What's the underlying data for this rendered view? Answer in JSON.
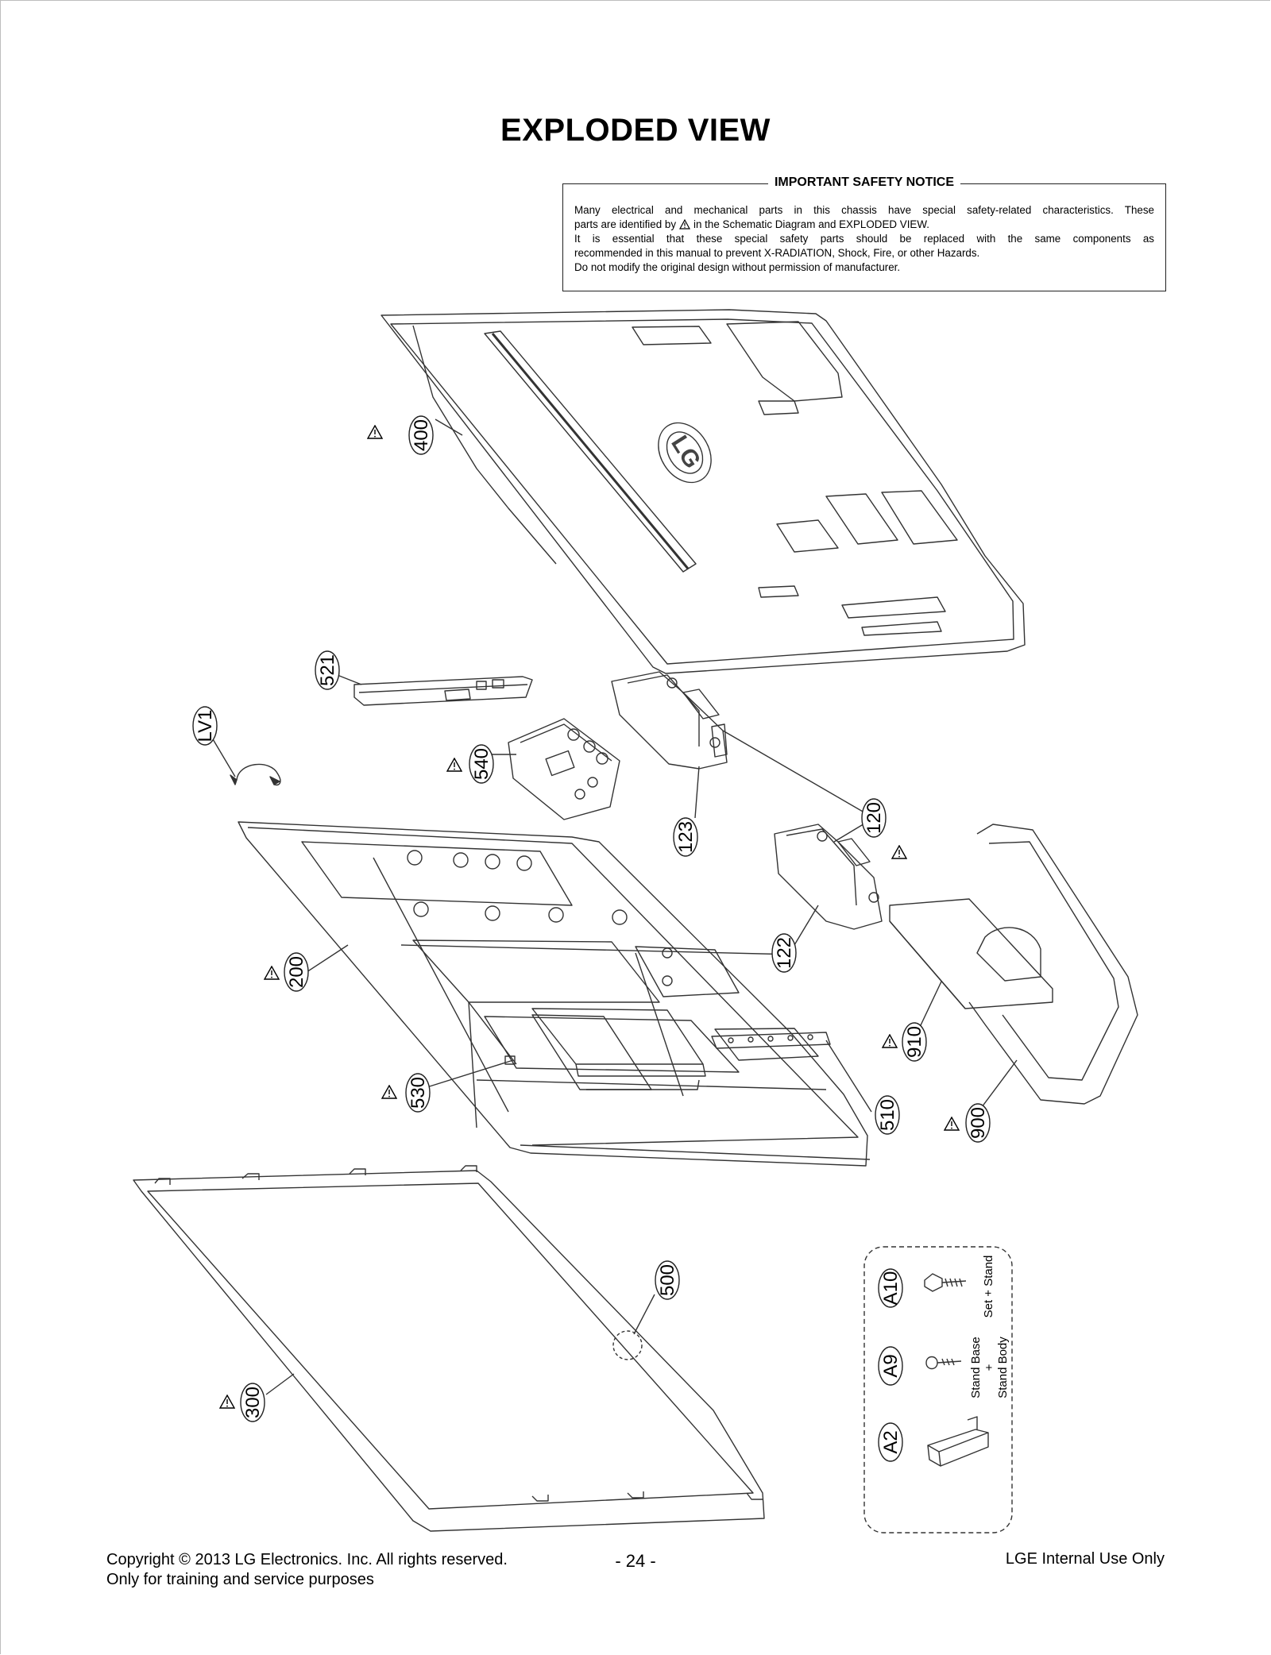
{
  "page": {
    "title": "EXPLODED VIEW",
    "notice": {
      "heading": "IMPORTANT SAFETY NOTICE",
      "line1": "Many electrical and mechanical parts in this chassis have special safety-related characteristics. These",
      "line2_before": "parts are identified by",
      "line2_after": "in the Schematic Diagram and EXPLODED VIEW.",
      "line3": "It is essential that these special safety parts should be replaced with the same components as",
      "line4": "recommended in this manual to prevent X-RADIATION, Shock, Fire, or other Hazards.",
      "line5": "Do not modify the original design without permission of manufacturer."
    },
    "footer": {
      "copyright": "Copyright  © 2013 LG Electronics. Inc. All rights reserved.",
      "purpose": "Only for training and service purposes",
      "page_number": "- 24 -",
      "internal": "LGE Internal Use Only"
    }
  },
  "parts": {
    "p400": "400",
    "p521": "521",
    "lv1": "LV1",
    "p540": "540",
    "p123": "123",
    "p120": "120",
    "p122": "122",
    "p200": "200",
    "p910": "910",
    "p530": "530",
    "p510": "510",
    "p900": "900",
    "p500": "500",
    "p300": "300",
    "a10": "A10",
    "a9": "A9",
    "a2": "A2"
  },
  "legend": {
    "set_stand": "Set + Stand",
    "stand_base": "Stand Base",
    "plus": "+",
    "stand_body": "Stand Body"
  },
  "back_cover_logo": "LG"
}
